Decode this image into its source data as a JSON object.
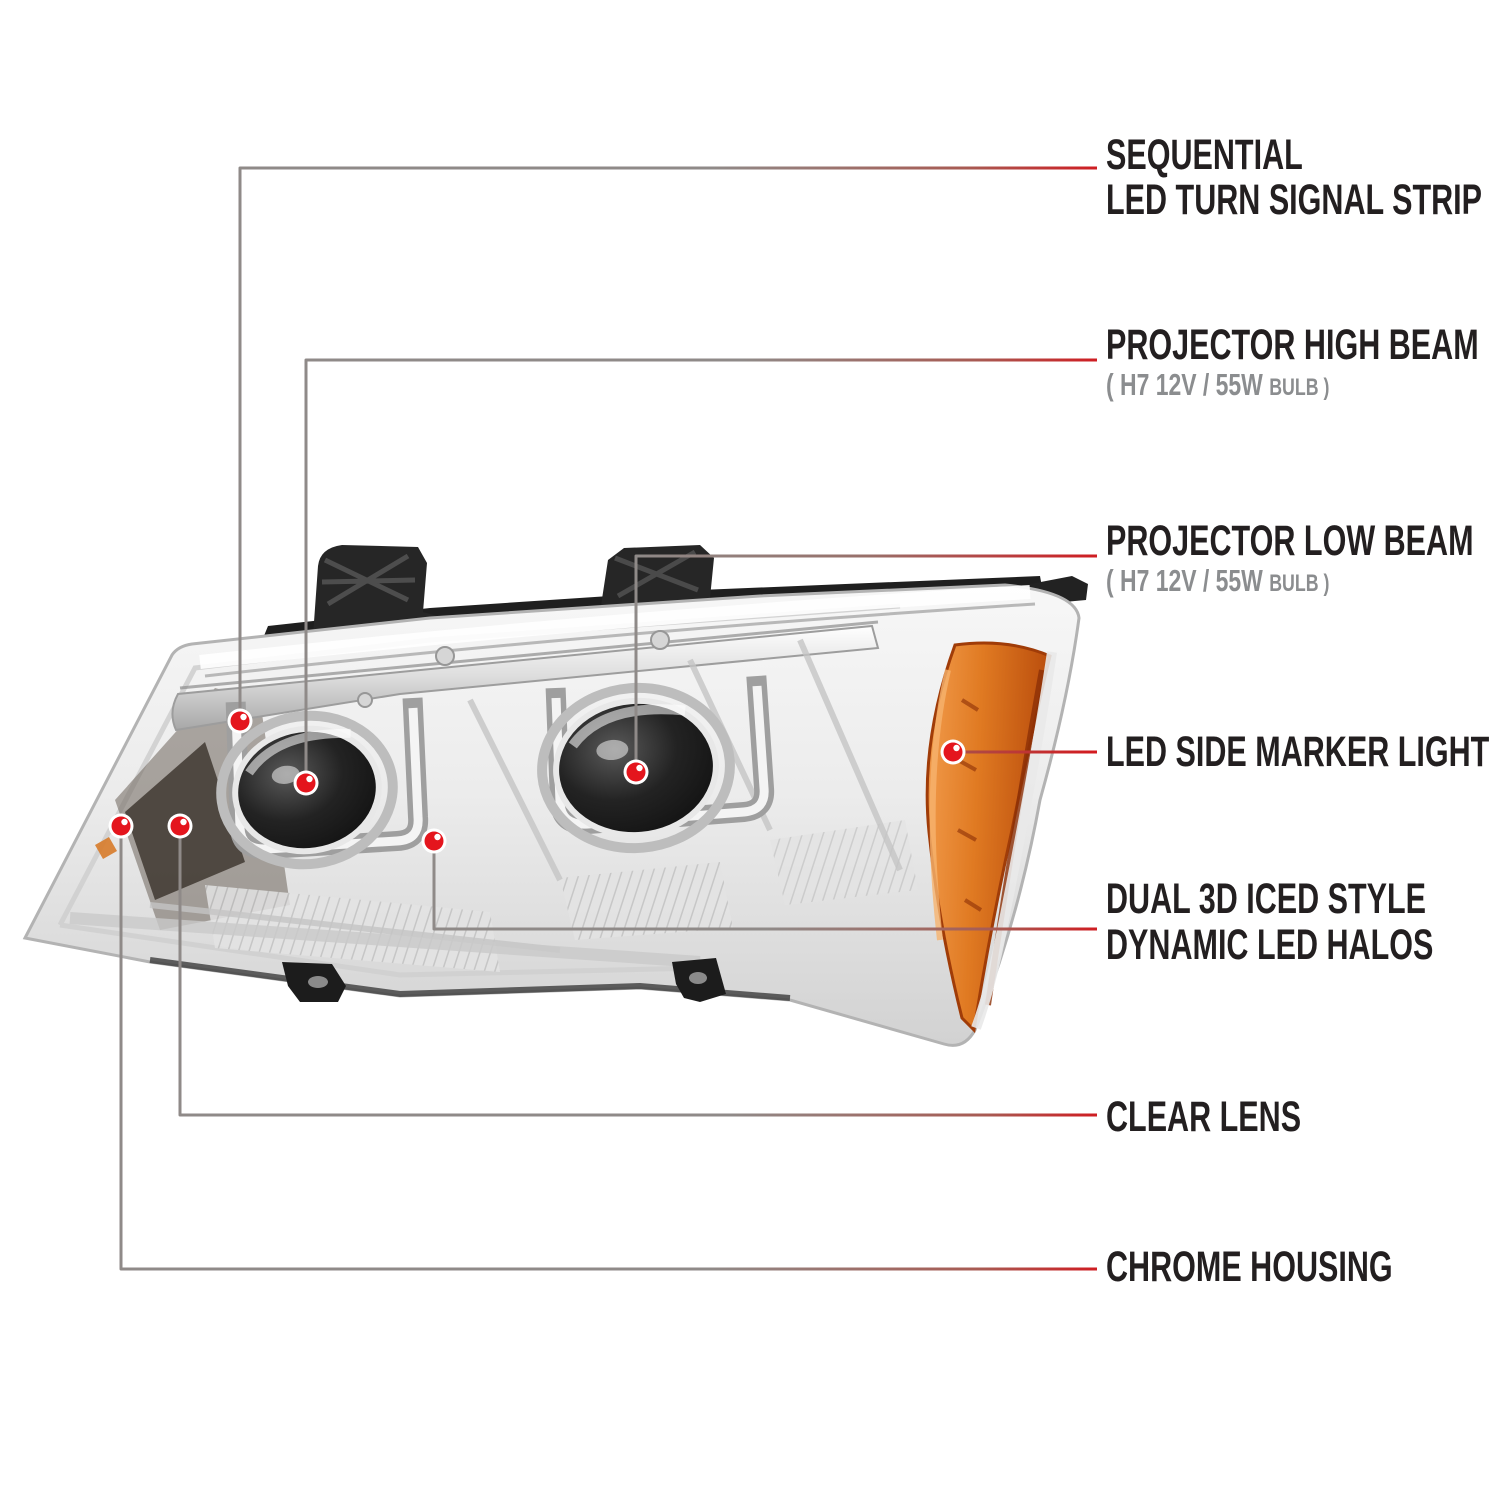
{
  "diagram": {
    "subject": "Chrome projector headlight callout diagram",
    "callouts": [
      {
        "id": "sequential-led-turn-signal-strip",
        "lines": [
          "SEQUENTIAL",
          "LED TURN SIGNAL STRIP"
        ]
      },
      {
        "id": "projector-high-beam",
        "lines": [
          "PROJECTOR HIGH BEAM"
        ],
        "spec_main": "( H7  12V / 55W",
        "spec_small": "BULB )"
      },
      {
        "id": "projector-low-beam",
        "lines": [
          "PROJECTOR LOW BEAM"
        ],
        "spec_main": "( H7  12V / 55W",
        "spec_small": "BULB )"
      },
      {
        "id": "led-side-marker-light",
        "lines": [
          "LED SIDE MARKER LIGHT"
        ]
      },
      {
        "id": "dual-3d-iced-style-dynamic-led-halos",
        "lines": [
          "DUAL 3D ICED STYLE",
          "DYNAMIC LED HALOS"
        ]
      },
      {
        "id": "clear-lens",
        "lines": [
          "CLEAR LENS"
        ]
      },
      {
        "id": "chrome-housing",
        "lines": [
          "CHROME HOUSING"
        ]
      }
    ],
    "colors": {
      "text_black": "#231f20",
      "text_gray": "#8b8d8f",
      "marker_red": "#e4151d",
      "line_gray": "#8f8a88",
      "line_red": "#cf1d22",
      "amber": "#e07a22",
      "chrome_light": "#f2f2f2",
      "chrome_dark": "#9a9a9a",
      "housing_black": "#1f1f1f"
    }
  }
}
